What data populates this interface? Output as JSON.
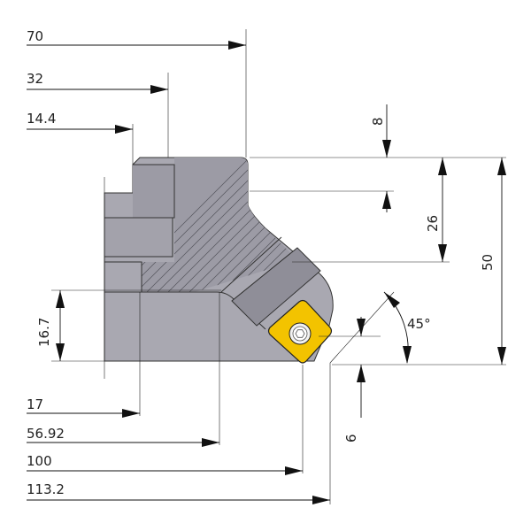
{
  "dimensions": {
    "d70": "70",
    "d32": "32",
    "d14_4": "14.4",
    "d8": "8",
    "d26": "26",
    "d50": "50",
    "d16_7": "16.7",
    "angle": "45°",
    "d6": "6",
    "d17": "17",
    "d56_92": "56.92",
    "d100": "100",
    "d113_2": "113.2"
  },
  "colors": {
    "body": "#a9a8b1",
    "body_dark": "#7d7c86",
    "outline": "#333333",
    "insert": "#f3c300",
    "insert_edge": "#222222",
    "screw": "#e6e6e6"
  }
}
